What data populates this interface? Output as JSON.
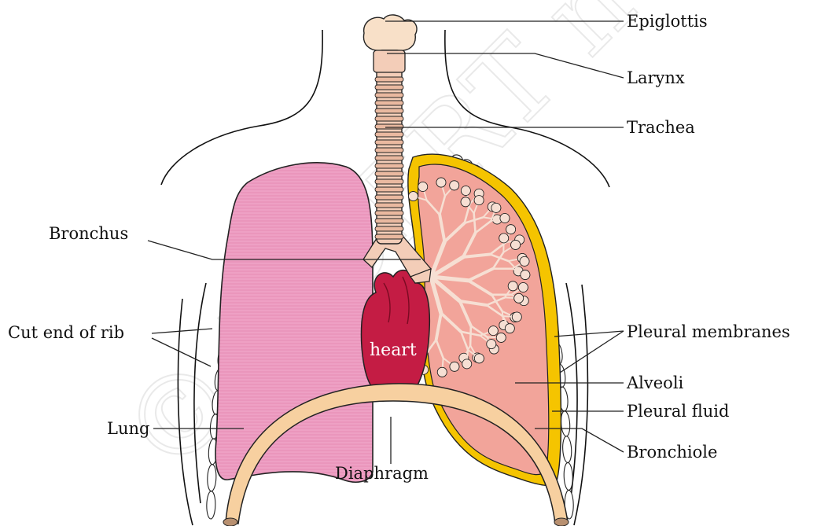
{
  "diagram": {
    "labels": {
      "epiglottis": "Epiglottis",
      "larynx": "Larynx",
      "trachea": "Trachea",
      "bronchus": "Bronchus",
      "cut_end_of_rib": "Cut end of rib",
      "lung": "Lung",
      "diaphragm": "Diaphragm",
      "pleural_membranes": "Pleural membranes",
      "alveoli": "Alveoli",
      "pleural_fluid": "Pleural fluid",
      "bronchiole": "Bronchiole",
      "heart": "heart"
    },
    "watermark": "© NCERT not to be republished",
    "colors": {
      "lung_left": "#eea0c4",
      "lung_right": "#f2a49a",
      "pleural_border": "#f5c400",
      "heart": "#c41c44",
      "airway": "#f3cdb8",
      "diaphragm": "#f7d0a0",
      "bronchiole": "#f6dfd3"
    }
  }
}
